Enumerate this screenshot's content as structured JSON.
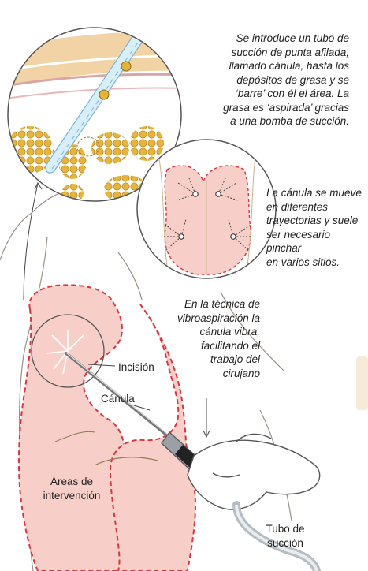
{
  "colors": {
    "skin_fill": "#f7cfc8",
    "dashed_outline": "#d9363e",
    "fat_cells": "#e5b23a",
    "skin_layer": "#f2d3a5",
    "cannula_tube": "#d8eef8",
    "line_art": "#555555"
  },
  "captions": {
    "procedure": "Se introduce un tubo de\nsucción de punta afilada,\nllamado cánula, hasta los\ndepósitos de grasa y se\n‘barre’ con él el área. La\ngrasa es ‘aspirada’ gracias\na una bomba de succión.",
    "movement": "La cánula se mueve\nen diferentes\ntrayectorias y suele\nser necesario pinchar\nen varios sitios.",
    "vibration": "En la técnica de\nvibroaspiración la\ncánula vibra,\nfacilitando el\ntrabajo del\ncirujano"
  },
  "labels": {
    "incision": "Incisión",
    "cannula": "Cánula",
    "areas": "Áreas de\nintervención",
    "tube": "Tubo de\nsucción"
  }
}
